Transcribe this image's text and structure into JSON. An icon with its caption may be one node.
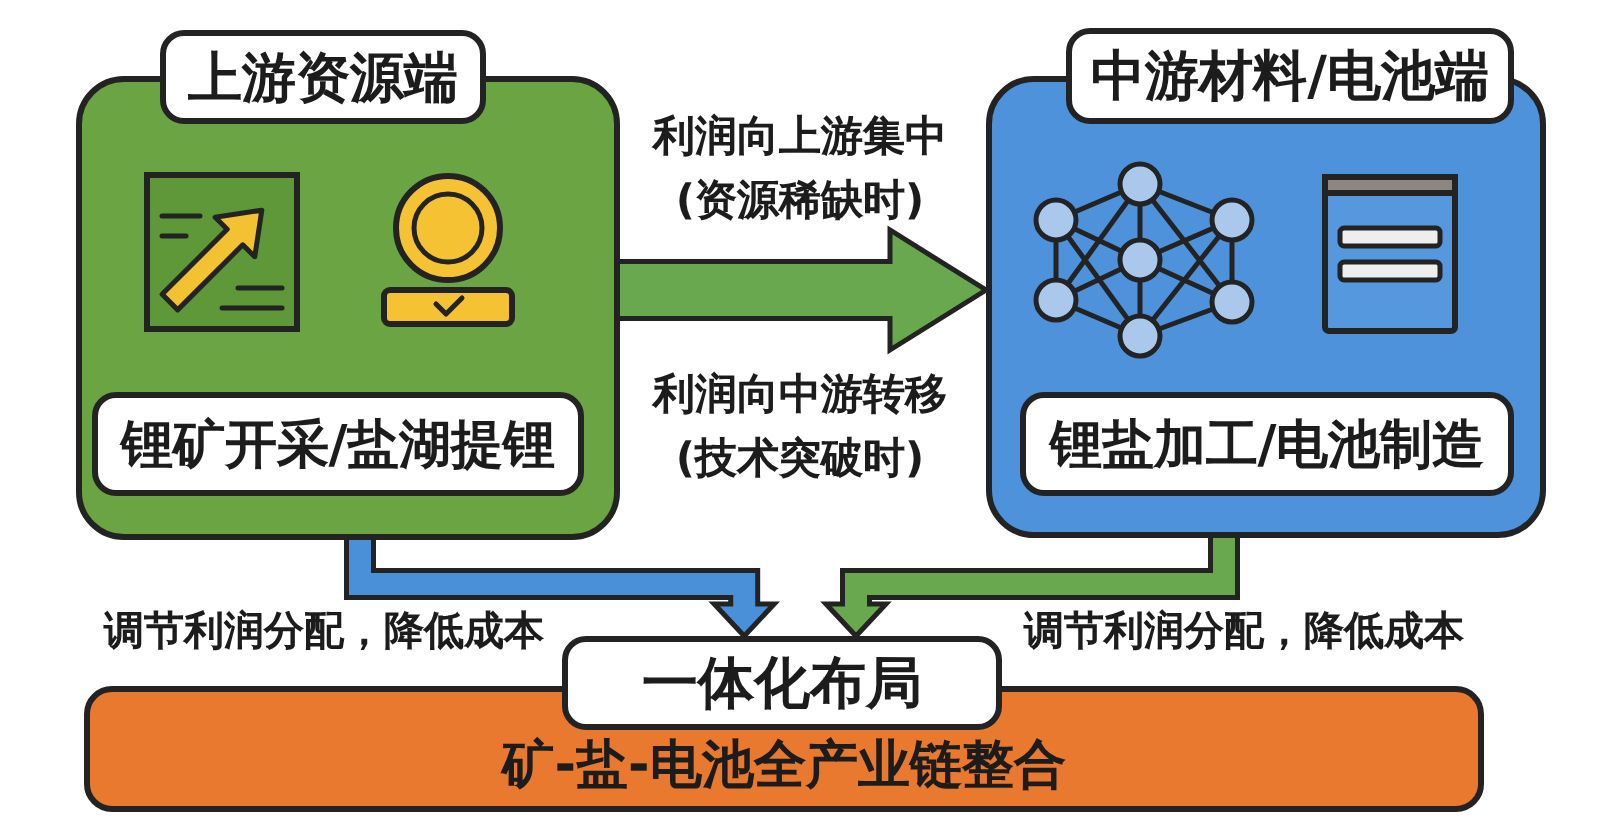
{
  "diagram": {
    "nodes": [
      {
        "text": [],
        "shape": "box"
      },
      {
        "text": [
          "上游资源端"
        ]
      },
      {
        "text": [
          "锂矿开采/盐湖提锂"
        ],
        "in": 0
      },
      {
        "text": [],
        "shape": "box"
      },
      {
        "text": [
          "中游材料/电池端"
        ]
      },
      {
        "text": [
          "锂盐加工/电池制造"
        ],
        "in": 3
      },
      {
        "text": [
          "一体化布局"
        ]
      },
      {
        "text": [
          "矿-盐-电池全产业链整合"
        ]
      }
    ],
    "edges": [
      {
        "from": 0,
        "to": 3,
        "arrow": "to",
        "style": "thick"
      },
      {
        "from": 0,
        "to": 6,
        "arrow": "to",
        "color": "#4a90d9"
      },
      {
        "from": 3,
        "to": 6,
        "arrow": "to"
      }
    ],
    "labels": [
      "利润向上游集中 (资源稀缺时)",
      "利润向中游转移 (技术突破时)",
      "调节利润分配，降低成本",
      "调节利润分配，降低成本"
    ]
  }
}
